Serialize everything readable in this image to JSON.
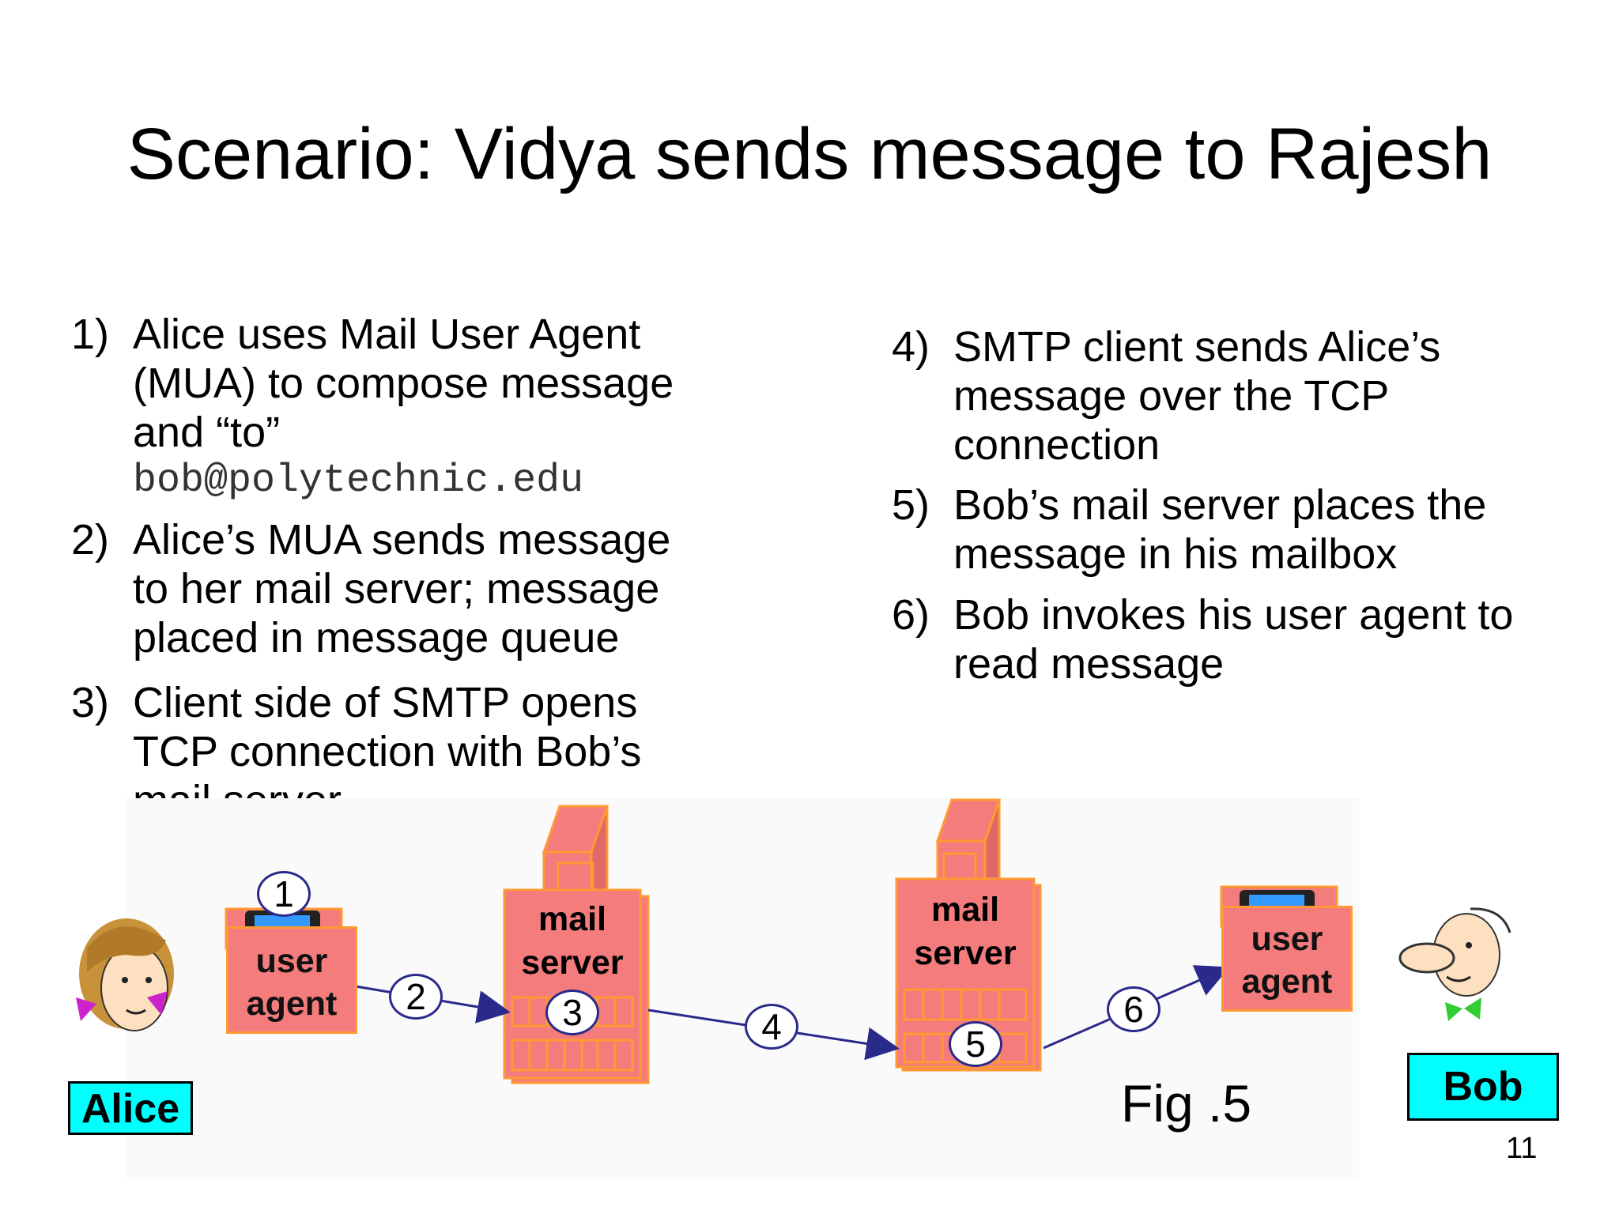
{
  "title": "Scenario: Vidya sends message to Rajesh",
  "steps_left": [
    {
      "num": "1)",
      "lines": [
        "Alice uses Mail User Agent",
        "(MUA) to compose message",
        "and “to”"
      ],
      "mono": "bob@polytechnic.edu"
    },
    {
      "num": "2)",
      "lines": [
        "Alice’s MUA sends message",
        "to her mail server; message",
        "placed in message queue"
      ]
    },
    {
      "num": "3)",
      "lines": [
        "Client side of SMTP opens",
        "TCP connection with Bob’s",
        "mail server"
      ]
    }
  ],
  "steps_right": [
    {
      "num": "4)",
      "lines": [
        "SMTP client sends Alice’s",
        "message over the TCP",
        "connection"
      ]
    },
    {
      "num": "5)",
      "lines": [
        "Bob’s mail server places the",
        "message in his mailbox"
      ]
    },
    {
      "num": "6)",
      "lines": [
        "Bob invokes his user agent to",
        "read message"
      ]
    }
  ],
  "diagram": {
    "alice_label": "Alice",
    "bob_label": "Bob",
    "user_agent": [
      "user",
      "agent"
    ],
    "mail_server": [
      "mail",
      "server"
    ],
    "circle_labels": [
      "1",
      "2",
      "3",
      "4",
      "5",
      "6"
    ],
    "colors": {
      "box_fill": "#f47c7c",
      "box_border": "#ff9933",
      "label_fill": "#00ffff",
      "arrow": "#2a2a8a"
    }
  },
  "figure_caption": "Fig .5",
  "page_number": "11"
}
